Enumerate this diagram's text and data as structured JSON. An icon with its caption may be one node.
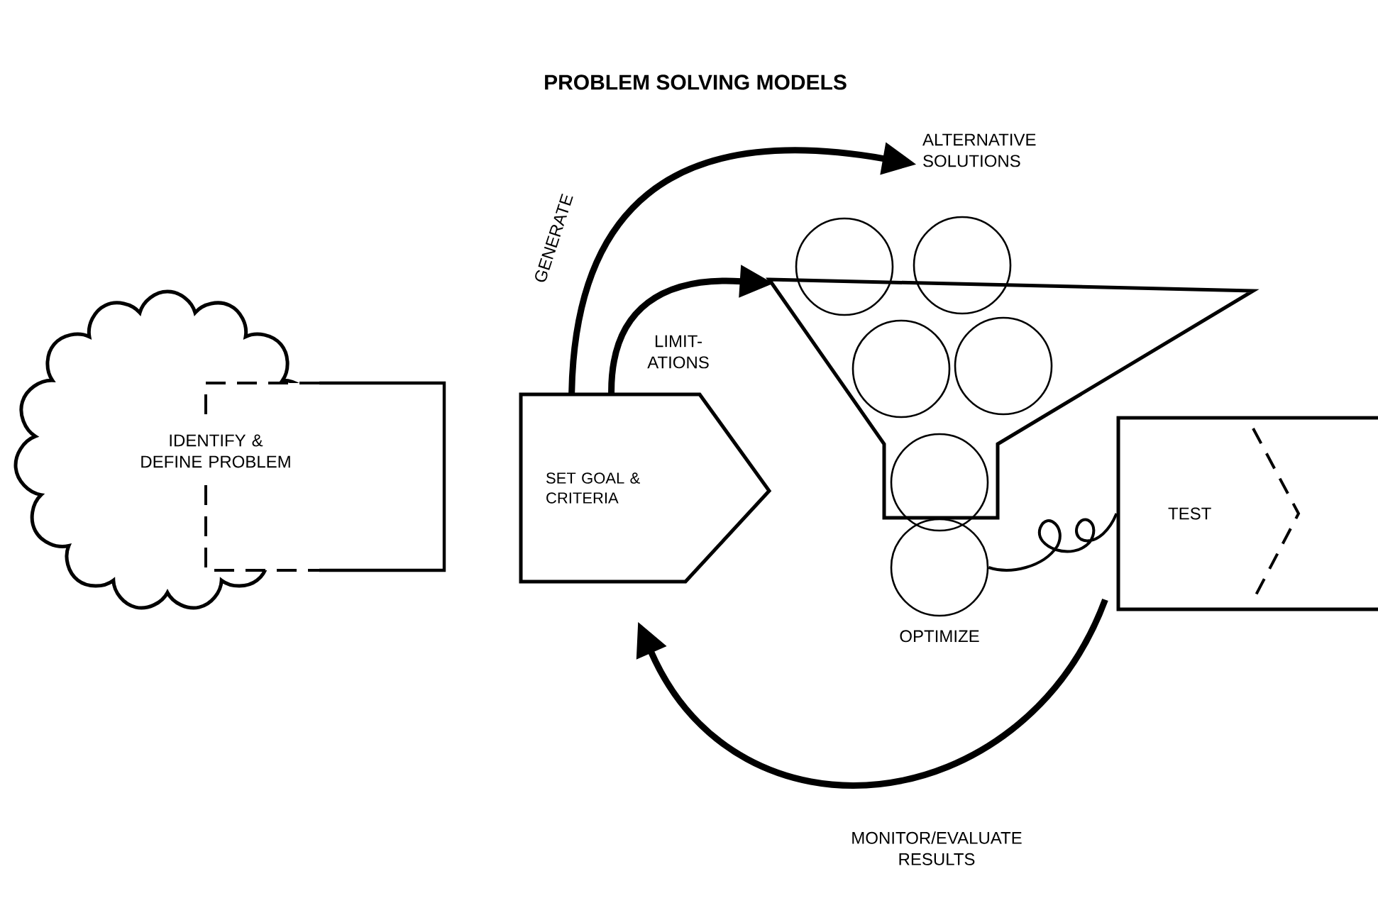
{
  "diagram": {
    "title": "PROBLEM SOLVING MODELS",
    "nodes": [
      {
        "text": [
          "IDENTIFY & DEFINE PROBLEM"
        ]
      },
      {
        "text": [
          "SET GOAL & CRITERIA"
        ]
      },
      {
        "text": [
          "ALTERNATIVE SOLUTIONS"
        ]
      },
      {
        "text": [],
        "shape": "funnel"
      },
      {
        "text": [],
        "shape": "circle"
      },
      {
        "text": [],
        "shape": "circle"
      },
      {
        "text": [],
        "shape": "circle",
        "in": 3
      },
      {
        "text": [],
        "shape": "circle",
        "in": 3
      },
      {
        "text": [],
        "shape": "circle",
        "in": 3
      },
      {
        "text": [],
        "shape": "circle",
        "beside": [
          "OPTIMIZE"
        ]
      },
      {
        "text": [
          "TEST"
        ]
      }
    ],
    "edges": [
      {
        "from": 1,
        "to": 2,
        "arrow": "to",
        "label": "GENERATE"
      },
      {
        "from": 1,
        "to": 3,
        "arrow": "to",
        "label": "LIMIT-ATIONS"
      },
      {
        "from": 9,
        "to": 10,
        "arrow": "none"
      },
      {
        "from": 10,
        "to": 1,
        "arrow": "to",
        "label": "MONITOR/EVALUATE RESULTS"
      }
    ]
  }
}
